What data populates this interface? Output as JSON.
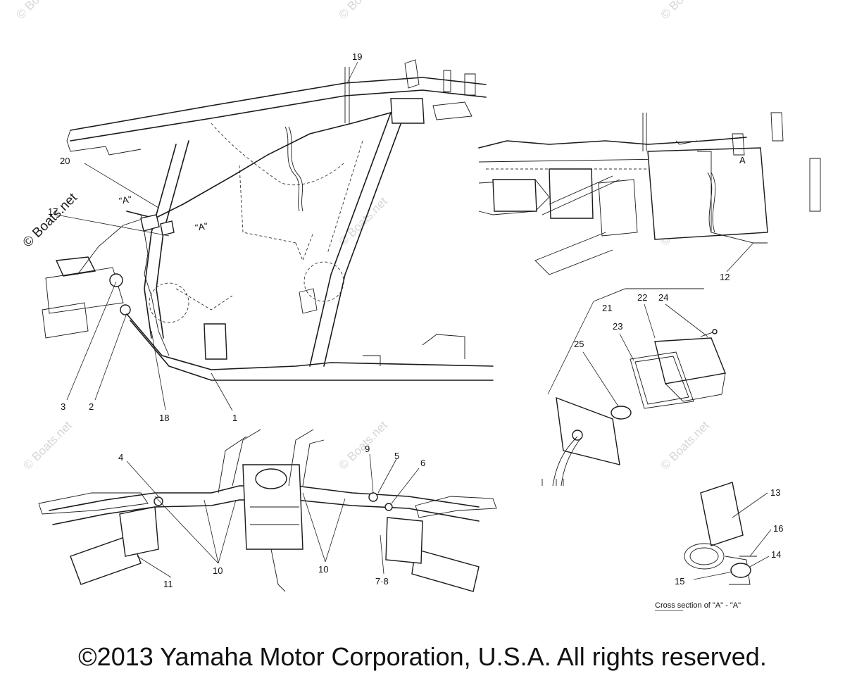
{
  "watermark": {
    "text": "© Boats.net"
  },
  "callouts": {
    "c1": "1",
    "c2": "2",
    "c3": "3",
    "c4": "4",
    "c5": "5",
    "c6": "6",
    "c78": "7·8",
    "c9": "9",
    "c10": "10",
    "c11": "11",
    "c12": "12",
    "c13": "13",
    "c14": "14",
    "c15": "15",
    "c16": "16",
    "c17": "17",
    "c18": "18",
    "c19": "19",
    "c20": "20",
    "c21": "21",
    "c22": "22",
    "c23": "23",
    "c24": "24",
    "c25": "25"
  },
  "section_marks": {
    "a1": "\"A\"",
    "a2": "\"A\"",
    "a3": "A"
  },
  "cross_section_caption": "Cross section of \"A\" - \"A\"",
  "copyright": "©2013 Yamaha Motor Corporation, U.S.A. All rights reserved."
}
